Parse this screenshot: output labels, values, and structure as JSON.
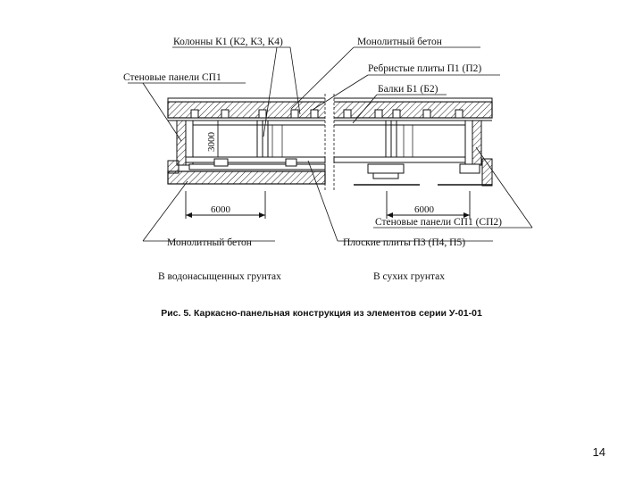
{
  "figure": {
    "labels": {
      "columns": "Колонны К1 (К2, К3, К4)",
      "monolithic_concrete_top": "Монолитный бетон",
      "wall_panels_left": "Стеновые панели СП1",
      "ribbed_slabs": "Ребристые плиты П1 (П2)",
      "beams": "Балки Б1 (Б2)",
      "height_dim": "3000",
      "span_left": "6000",
      "span_right": "6000",
      "wall_panels_right": "Стеновые панели СП1 (СП2)",
      "monolithic_concrete_bottom": "Монолитный бетон",
      "flat_slabs": "Плоские плиты П3 (П4, П5)",
      "wet_soils": "В водонасыщенных грунтах",
      "dry_soils": "В сухих грунтах"
    }
  },
  "caption": "Рис. 5. Каркасно-панельная конструкция из элементов серии У-01-01",
  "page_number": "14"
}
